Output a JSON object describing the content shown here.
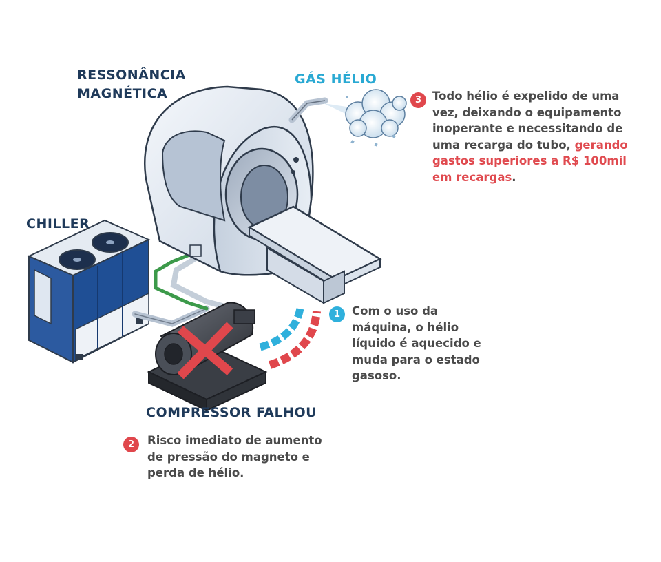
{
  "labels": {
    "mri_line1": "RESSONÂNCIA",
    "mri_line2": "MAGNÉTICA",
    "gas": "GÁS HÉLIO",
    "chiller": "CHILLER",
    "compressor": "COMPRESSOR FALHOU"
  },
  "notes": [
    {
      "number": "3",
      "text": "Todo hélio é expelido de uma vez, deixando o equipamento inoperante e necessitando de uma recarga do tubo, ",
      "highlight": "gerando gastos superiores a R$ 100mil em recargas",
      "tail": "."
    },
    {
      "number": "1",
      "text": "Com o uso da máquina, o hélio líquido é aquecido e muda para o estado gasoso."
    },
    {
      "number": "2",
      "text": "Risco imediato de aumento de pressão do magneto e perda de hélio."
    }
  ],
  "colors": {
    "label": "#1f3a5a",
    "gas_label": "#29a9d3",
    "red": "#e0474c",
    "blue_accent": "#2fb0dc",
    "chiller_blue": "#1f4f95",
    "pipe_green": "#3c9a4a"
  }
}
